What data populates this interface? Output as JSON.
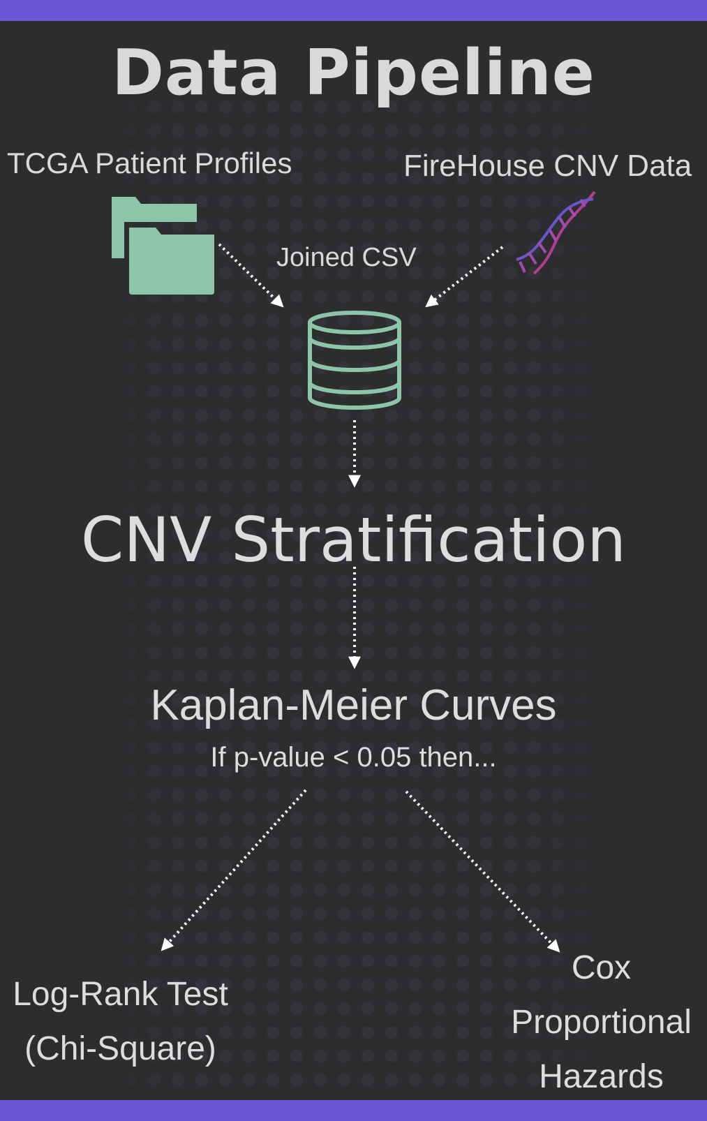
{
  "title": "Data Pipeline",
  "sources": {
    "left_label": "TCGA Patient Profiles",
    "right_label": "FireHouse CNV Data"
  },
  "merge_label": "Joined CSV",
  "stage_stratification": "CNV Stratification",
  "stage_km": {
    "label": "Kaplan-Meier Curves",
    "condition": "If p-value < 0.05 then..."
  },
  "outputs": {
    "left_lines": [
      "Log-Rank Test",
      "(Chi-Square)"
    ],
    "right_lines": [
      "Cox",
      "Proportional",
      "Hazards"
    ]
  },
  "colors": {
    "background": "#2d2d2f",
    "accent_bar": "#6c55d6",
    "icon_green": "#8cc5a8",
    "text": "#dadada",
    "arrow": "#ffffff"
  },
  "icons": {
    "folder": "folder-icon",
    "dna": "dna-icon",
    "database": "database-icon"
  }
}
